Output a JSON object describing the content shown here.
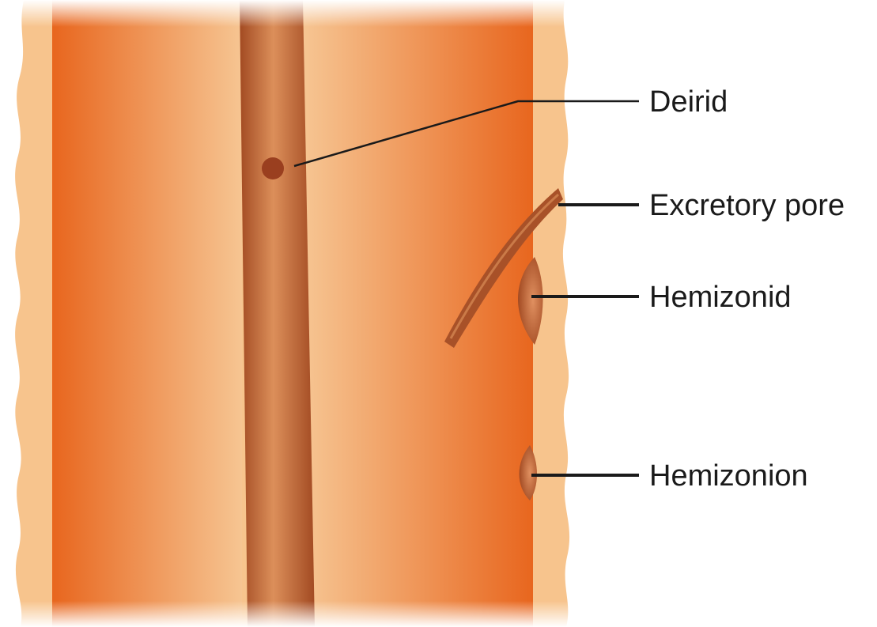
{
  "labels": {
    "deirid": "Deirid",
    "excretory_pore": "Excretory pore",
    "hemizonid": "Hemizonid",
    "hemizonion": "Hemizonion"
  },
  "colors": {
    "cuticle": "#f7c48d",
    "body_edge": "#e8651c",
    "body_center": "#f6c28c",
    "lateral_field": "#a85128",
    "lateral_field_highlight": "#d98b55",
    "structure_dark": "#a4502a",
    "deirid_dot": "#9a3f1f",
    "leader_line": "#1a1a1a",
    "background": "#ffffff"
  }
}
